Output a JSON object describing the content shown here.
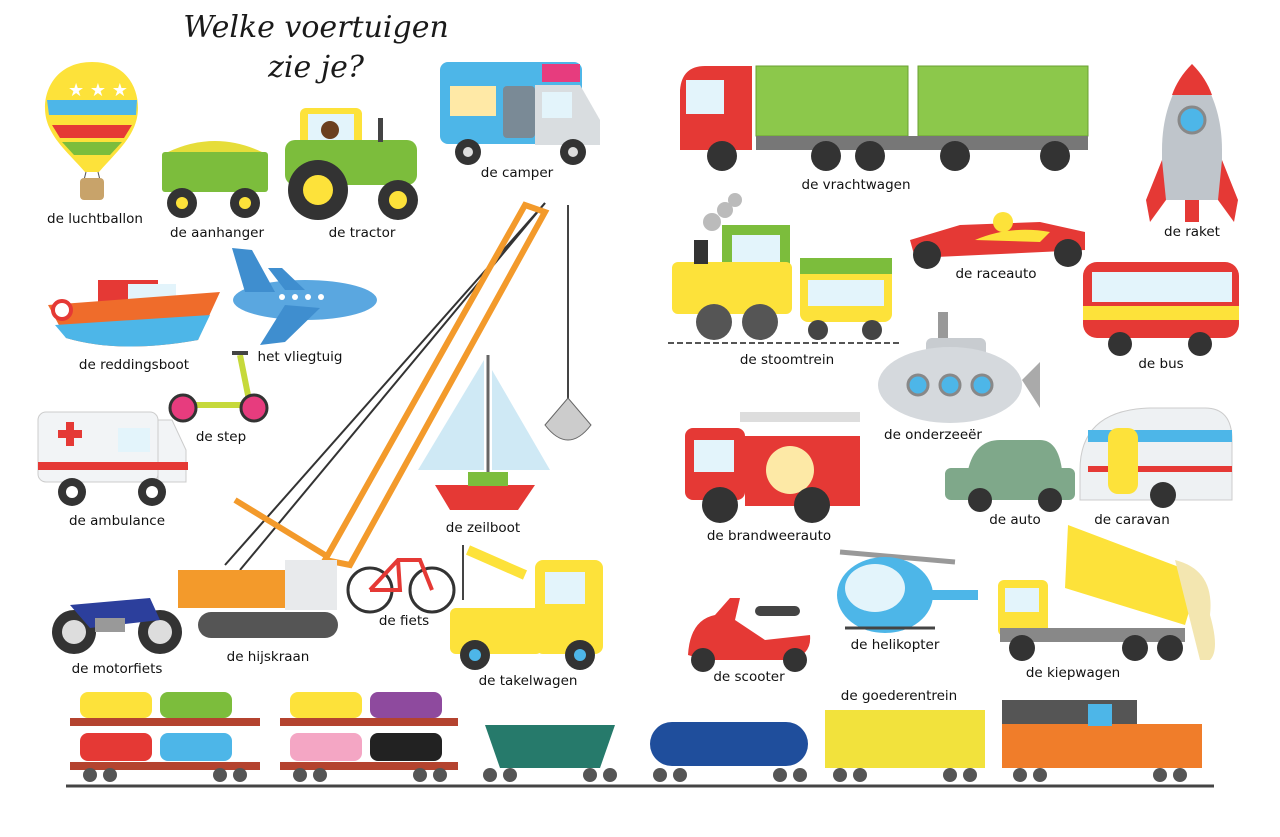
{
  "title": {
    "line1": "Welke voertuigen",
    "line2": "zie je?"
  },
  "labels": {
    "luchtballon": "de luchtballon",
    "aanhanger": "de aanhanger",
    "tractor": "de tractor",
    "camper": "de camper",
    "vrachtwagen": "de vrachtwagen",
    "raket": "de raket",
    "reddingsboot": "de reddingsboot",
    "vliegtuig": "het vliegtuig",
    "stoomtrein": "de stoomtrein",
    "raceauto": "de raceauto",
    "bus": "de bus",
    "step": "de step",
    "onderzeeer": "de onderzeeër",
    "ambulance": "de ambulance",
    "zeilboot": "de zeilboot",
    "brandweerauto": "de brandweerauto",
    "auto": "de auto",
    "caravan": "de caravan",
    "motorfiets": "de motorfiets",
    "hijskraan": "de hijskraan",
    "fiets": "de fiets",
    "takelwagen": "de takelwagen",
    "scooter": "de scooter",
    "helikopter": "de helikopter",
    "kiepwagen": "de kiepwagen",
    "goederentrein": "de goederentrein"
  },
  "colors": {
    "text": "#111111",
    "red": "#e53935",
    "yellow": "#fde23a",
    "green": "#7cbd3c",
    "blue": "#4db6e8",
    "orange": "#f39a2b"
  }
}
